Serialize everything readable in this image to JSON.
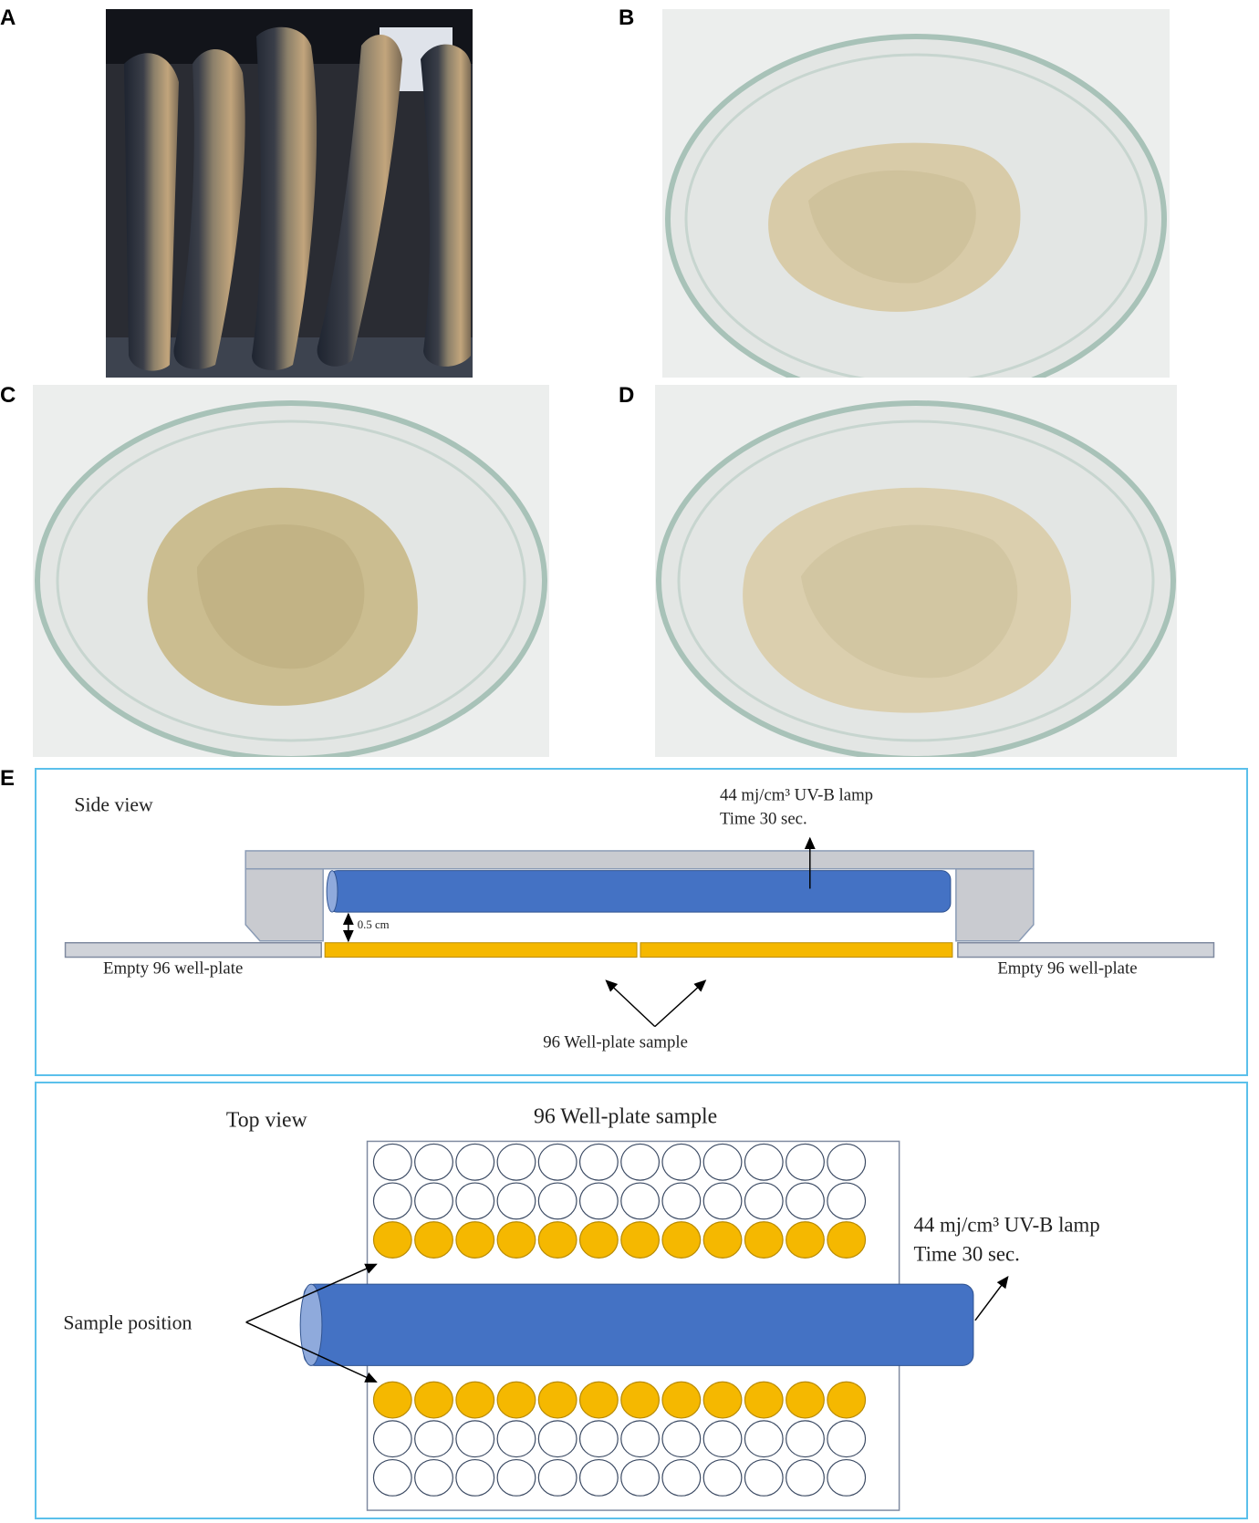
{
  "panels": {
    "a": "A",
    "b": "B",
    "c": "C",
    "d": "D",
    "e": "E"
  },
  "side_view": {
    "title": "Side view",
    "lamp_line1": "44 mj/cm³ UV-B lamp",
    "lamp_line2": "Time 30 sec.",
    "gap": "0.5 cm",
    "empty_left": "Empty 96 well-plate",
    "empty_right": "Empty 96 well-plate",
    "sample": "96 Well-plate sample"
  },
  "top_view": {
    "title": "Top view",
    "plate_title": "96 Well-plate sample",
    "lamp_line1": "44 mj/cm³ UV-B lamp",
    "lamp_line2": "Time 30 sec.",
    "sample_position": "Sample position"
  },
  "colors": {
    "lamp": "#4472c4",
    "sample": "#f5b800",
    "housing": "#c9cbd0",
    "frame": "#5bc0eb"
  }
}
